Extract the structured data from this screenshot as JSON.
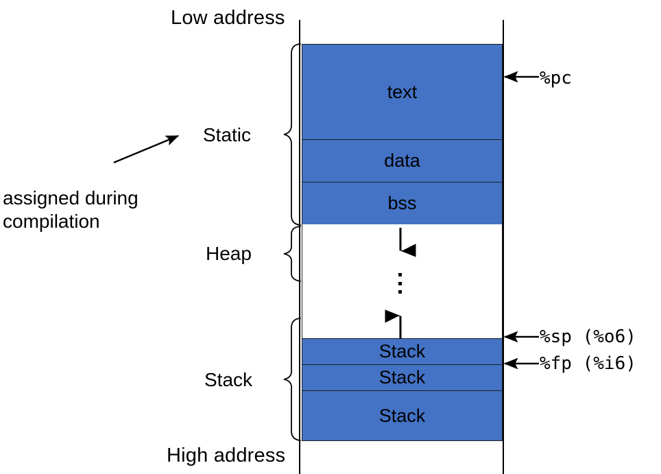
{
  "diagram": {
    "title": "process-memory-layout",
    "accent_color": "#4472C4",
    "line_color": "#000000",
    "background_color": "#FFFFFF",
    "address_labels": {
      "low": "Low address",
      "high": "High address"
    },
    "annotation": {
      "text": "assigned during\ncompilation",
      "points_to": "Static"
    },
    "regions": [
      {
        "name": "Static",
        "label": "Static"
      },
      {
        "name": "Heap",
        "label": "Heap"
      },
      {
        "name": "Stack",
        "label": "Stack"
      }
    ],
    "blocks": [
      {
        "id": "text",
        "label": "text",
        "filled": true
      },
      {
        "id": "data",
        "label": "data",
        "filled": true
      },
      {
        "id": "bss",
        "label": "bss",
        "filled": true
      },
      {
        "id": "gap",
        "label": "",
        "filled": false
      },
      {
        "id": "stack1",
        "label": "Stack",
        "filled": true
      },
      {
        "id": "stack2",
        "label": "Stack",
        "filled": true
      },
      {
        "id": "stack3",
        "label": "Stack",
        "filled": true
      }
    ],
    "pointers": [
      {
        "id": "pc",
        "label": "%pc",
        "target": "text"
      },
      {
        "id": "sp",
        "label": "%sp (%o6)",
        "target": "stack1-top"
      },
      {
        "id": "fp",
        "label": "%fp (%i6)",
        "target": "stack1-bottom"
      }
    ],
    "growth_arrows": [
      {
        "id": "heap-grows-down",
        "direction": "down"
      },
      {
        "id": "stack-grows-up",
        "direction": "up"
      }
    ],
    "ellipsis": "⋮"
  }
}
